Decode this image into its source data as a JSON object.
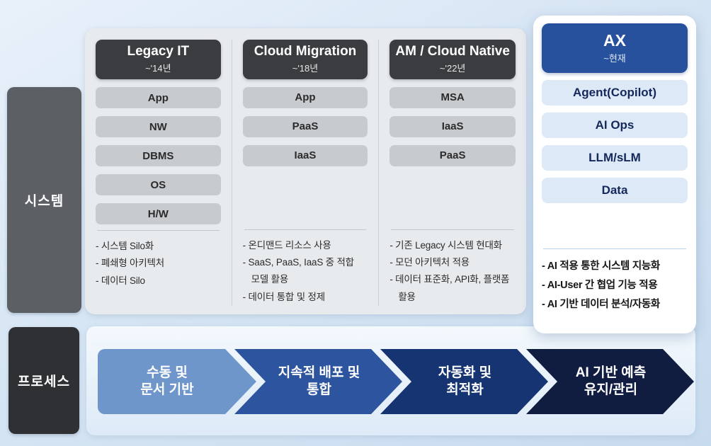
{
  "left_rail": {
    "system_label": "시스템",
    "process_label": "프로세스"
  },
  "columns": [
    {
      "title": "Legacy IT",
      "period": "~'14년",
      "items": [
        "App",
        "NW",
        "DBMS",
        "OS",
        "H/W"
      ],
      "bullets": [
        "- 시스템 Silo화",
        "- 폐쇄형 아키텍처",
        "- 데이터 Silo"
      ]
    },
    {
      "title": "Cloud Migration",
      "period": "~'18년",
      "items": [
        "App",
        "PaaS",
        "IaaS"
      ],
      "bullets": [
        "- 온디맨드 리소스 사용",
        "- SaaS, PaaS, IaaS 중 적합 모델 활용",
        "- 데이터 통합 및 정제"
      ]
    },
    {
      "title": "AM / Cloud Native",
      "period": "~'22년",
      "items": [
        "MSA",
        "IaaS",
        "PaaS"
      ],
      "bullets": [
        "- 기존 Legacy 시스템 현대화",
        "- 모던 아키텍처 적용",
        "- 데이터 표준화, API화, 플랫폼 활용"
      ]
    }
  ],
  "ax_card": {
    "title": "AX",
    "period": "~현재",
    "items": [
      "Agent(Copilot)",
      "AI Ops",
      "LLM/sLM",
      "Data"
    ],
    "bullets": [
      "- AI 적용 통한 시스템 지능화",
      "- AI-User 간 협업 기능 적용",
      "- AI 기반 데이터 분석/자동화"
    ]
  },
  "process": {
    "arrows": [
      {
        "line1": "수동 및",
        "line2": "문서 기반",
        "color": "#6e96cb"
      },
      {
        "line1": "지속적 배포 및",
        "line2": "통합",
        "color": "#2d549e"
      },
      {
        "line1": "자동화 및",
        "line2": "최적화",
        "color": "#163471"
      },
      {
        "line1": "AI 기반 예측",
        "line2": "유지/관리",
        "color": "#111d40"
      }
    ]
  },
  "palette": {
    "background_top": "#e9f1fa",
    "background_bottom": "#c7dbee",
    "panel_gray": "#e8ebee",
    "column_header_dark": "#3a3c3f",
    "item_gray": "#c7cbce",
    "system_label_bg": "#5c5f64",
    "process_label_bg": "#2e3033",
    "ax_header_blue": "#27509d",
    "ax_item_bg": "#dde9f6",
    "ax_item_text": "#14285c"
  }
}
